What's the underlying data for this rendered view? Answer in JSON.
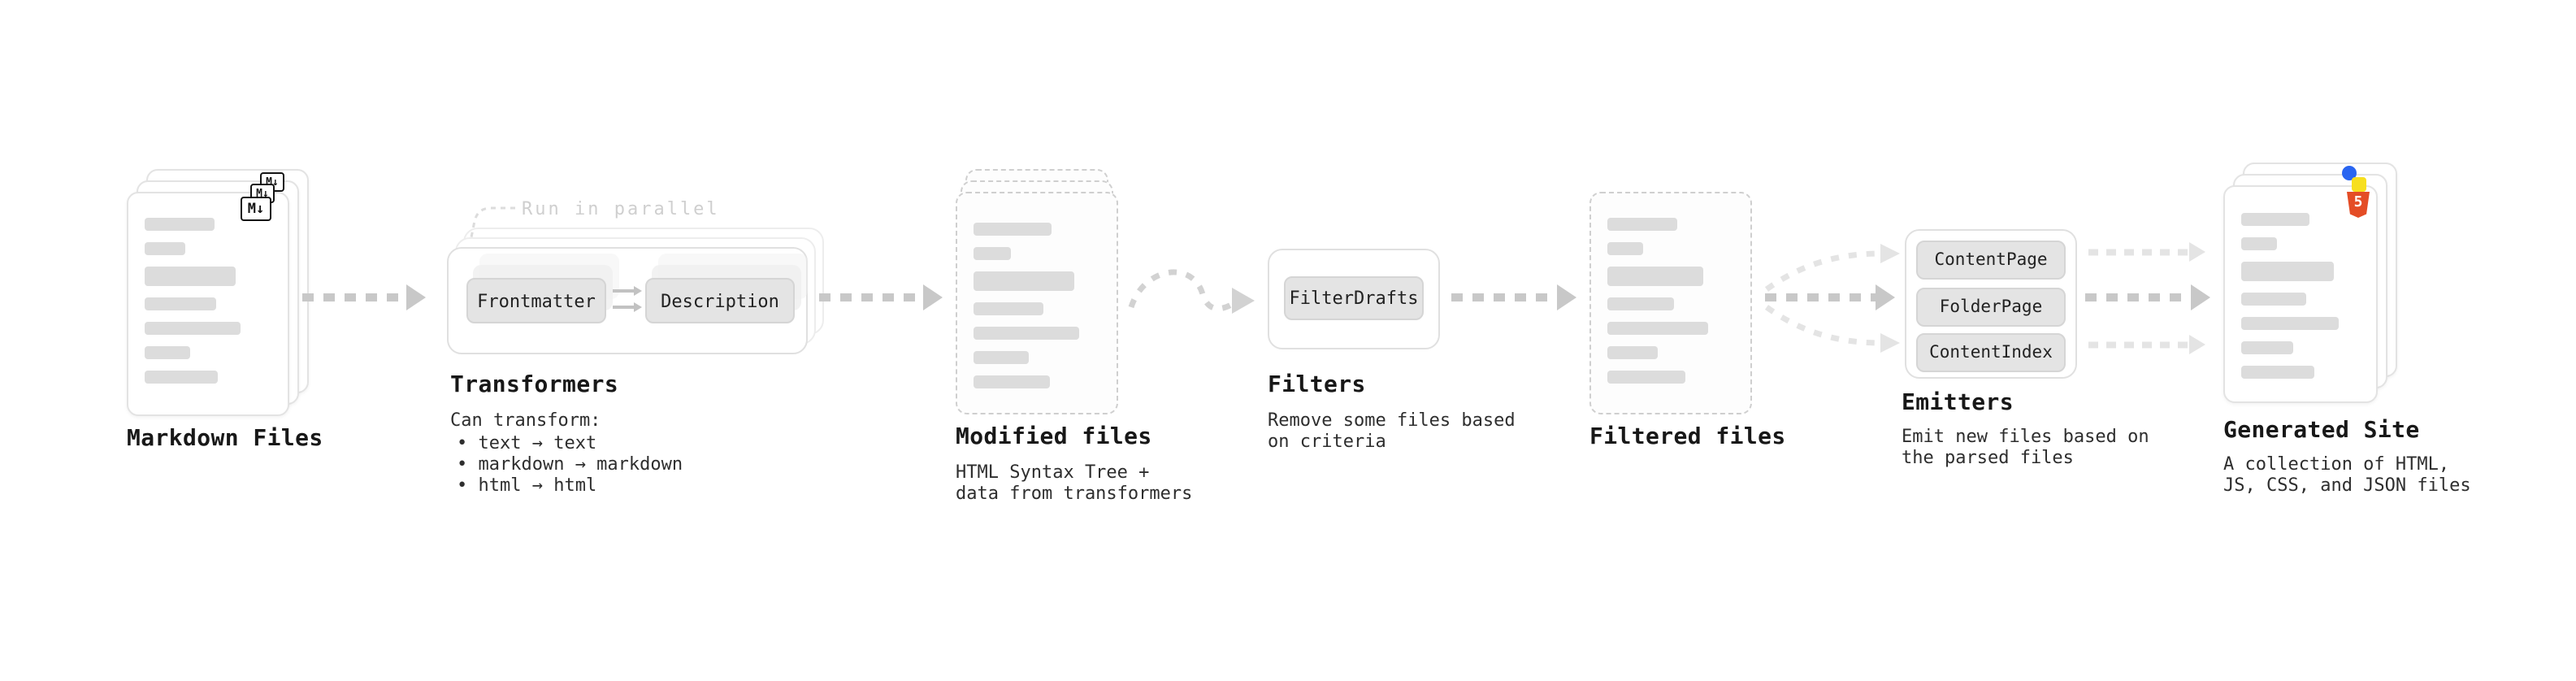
{
  "stages": {
    "markdown_files": {
      "title": "Markdown Files",
      "badge": "M↓"
    },
    "transformers": {
      "title": "Transformers",
      "callout": "Run in parallel",
      "chip1": "Frontmatter",
      "chip2": "Description",
      "desc_title": "Can transform:",
      "bullet1": "• text → text",
      "bullet2": "• markdown → markdown",
      "bullet3": "• html → html"
    },
    "modified_files": {
      "title": "Modified files",
      "desc1": "HTML Syntax Tree +",
      "desc2": "data from transformers"
    },
    "filters": {
      "title": "Filters",
      "chip1": "FilterDrafts",
      "desc1": "Remove some files based",
      "desc2": "on criteria"
    },
    "filtered_files": {
      "title": "Filtered files"
    },
    "emitters": {
      "title": "Emitters",
      "chip1": "ContentPage",
      "chip2": "FolderPage",
      "chip3": "ContentIndex",
      "desc1": "Emit new files based on",
      "desc2": "the parsed files"
    },
    "generated_site": {
      "title": "Generated Site",
      "badge": "5",
      "desc1": "A collection of HTML,",
      "desc2": "JS, CSS, and JSON files"
    }
  },
  "colors": {
    "arrow": "#c8c8c8",
    "arrow_light": "#e4e4e4",
    "chip_bg": "#e4e4e4",
    "placeholder": "#dcdcdc",
    "html5_orange": "#e44d26",
    "js_yellow": "#f7df1e",
    "css_blue": "#2965f1",
    "text_dark": "#181818"
  }
}
